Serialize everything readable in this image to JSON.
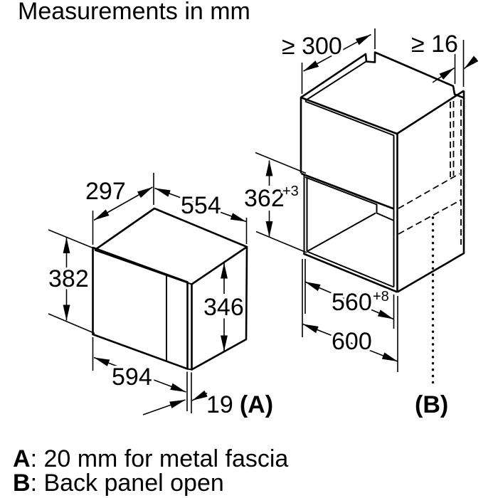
{
  "colors": {
    "ink": "#000000",
    "bg": "#ffffff"
  },
  "title": "Measurements in mm",
  "appliance": {
    "depth_top": "297",
    "width_top": "554",
    "height_front": "382",
    "height_side": "346",
    "width_front": "594",
    "fascia_value": "19",
    "fascia_ref": "(A)"
  },
  "cabinet": {
    "clearance_top": "≥ 300",
    "panel_thickness": "≥ 16",
    "niche_height": {
      "value": "362",
      "tolerance": "+3"
    },
    "niche_width": {
      "value": "560",
      "tolerance": "+8"
    },
    "cabinet_width": "600",
    "back_ref": "(B)"
  },
  "notes": [
    {
      "letter": "A",
      "text": ": 20 mm for metal fascia"
    },
    {
      "letter": "B",
      "text": ": Back panel open"
    }
  ]
}
